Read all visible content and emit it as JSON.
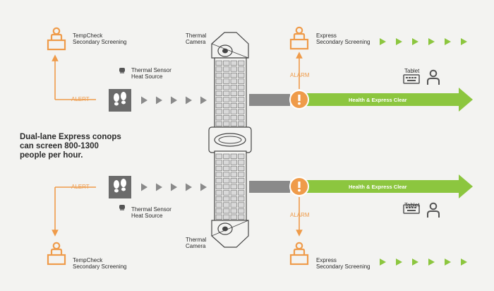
{
  "tempcheck": {
    "line1": "TempCheck",
    "line2": "Secondary Screening"
  },
  "express": {
    "line1": "Express",
    "line2": "Secondary Screening"
  },
  "sensor": {
    "line1": "Thermal Sensor",
    "line2": "Heat Source"
  },
  "camera": {
    "line1": "Thermal",
    "line2": "Camera"
  },
  "alert": "ALERT",
  "alarm": "ALARM",
  "tablet": "Tablet",
  "clear_label": "Health & Express Clear",
  "alarm_glyph": "!",
  "headline": "Dual-lane Express conops\ncan screen 800-1300\npeople per hour.",
  "colors": {
    "orange": "#ef9b4a",
    "green": "#8cc63f",
    "gray": "#8a8a8a",
    "dark": "#555555",
    "background": "#f3f3f1"
  },
  "icons": [
    "person-at-desk-icon",
    "footprints-icon",
    "thermal-sensor-icon",
    "tablet-icon",
    "officer-icon",
    "alarm-exclamation-icon",
    "arrow-icon"
  ]
}
